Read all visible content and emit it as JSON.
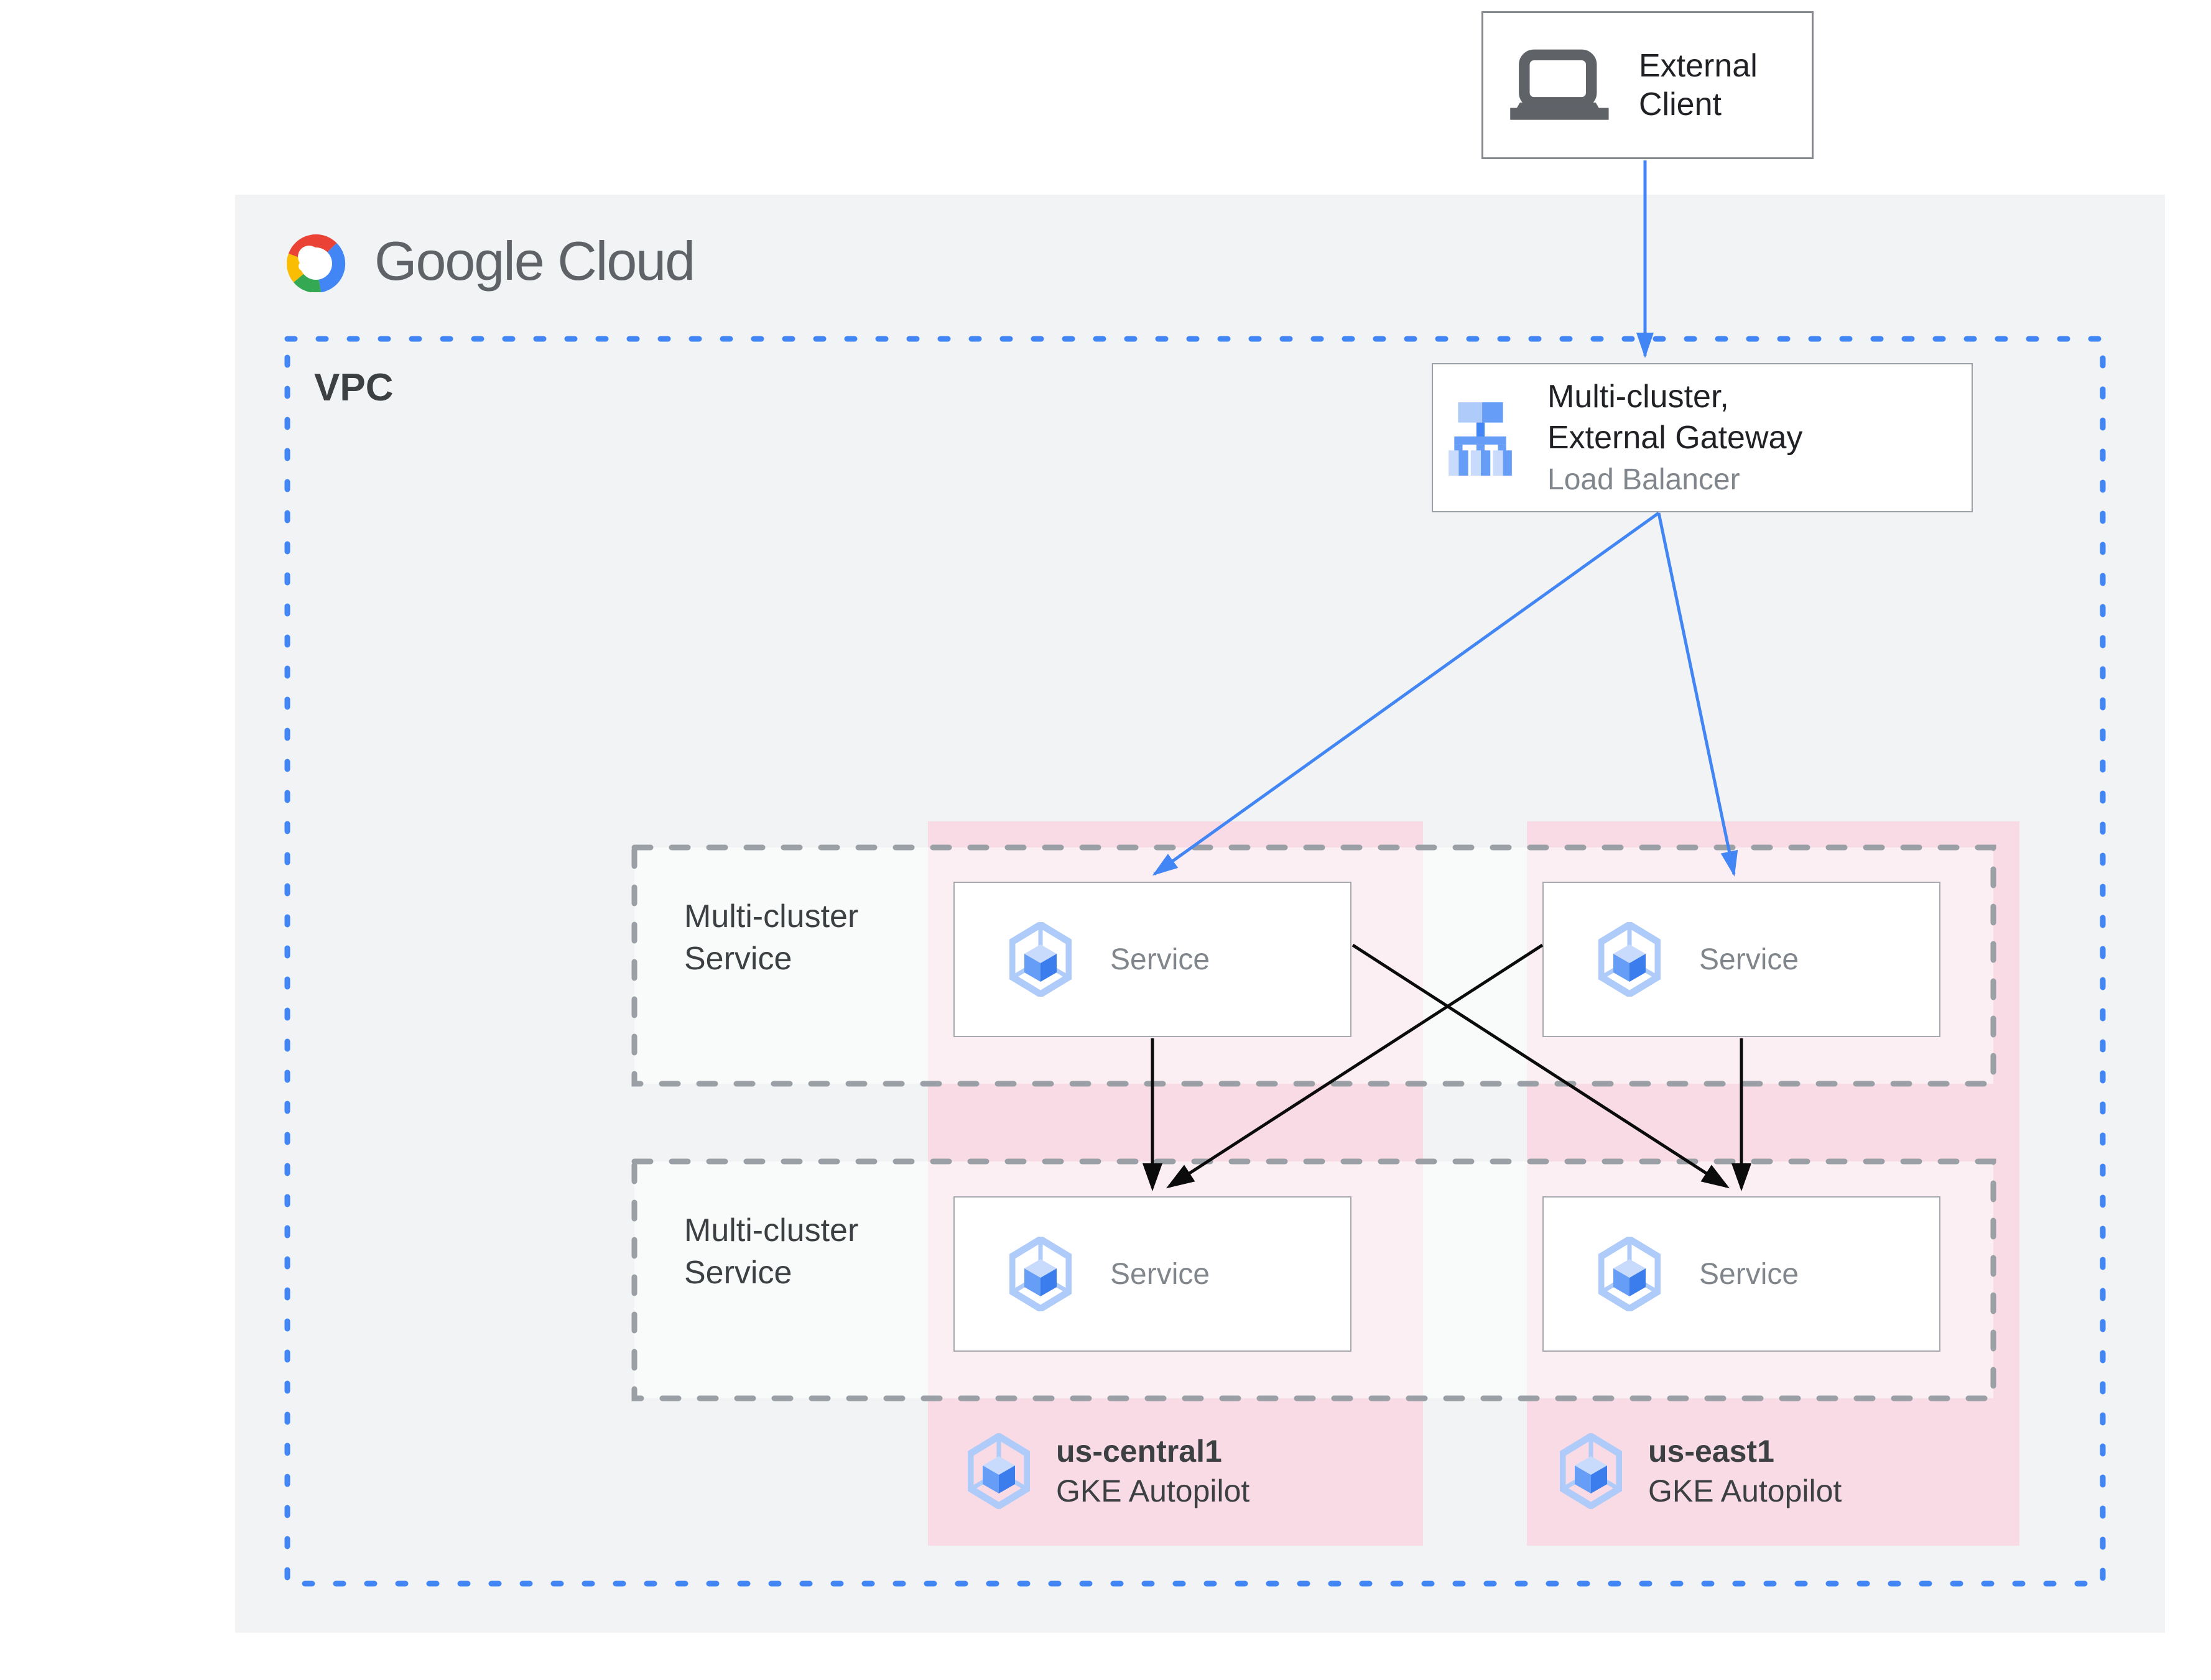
{
  "logo": {
    "text": "Google Cloud"
  },
  "vpc": {
    "label": "VPC"
  },
  "external_client": {
    "label": "External Client"
  },
  "gateway": {
    "title_line1": "Multi-cluster,",
    "title_line2": "External Gateway",
    "subtitle": "Load Balancer"
  },
  "rows": [
    {
      "label": "Multi-cluster Service"
    },
    {
      "label": "Multi-cluster Service"
    }
  ],
  "labels": {
    "service": "Service"
  },
  "regions": [
    {
      "name": "us-central1",
      "platform": "GKE Autopilot"
    },
    {
      "name": "us-east1",
      "platform": "GKE Autopilot"
    }
  ],
  "icons": {
    "logo": "google-cloud-logo",
    "client": "laptop-icon",
    "gateway": "load-balancer-icon",
    "service": "gke-hexagon-icon"
  },
  "colors": {
    "accent_blue": "#4285f4",
    "panel_gray": "#f1f3f4",
    "cluster_pink": "#f8dbe4",
    "dash_gray": "#9aa0a6",
    "text_dark": "#202124",
    "text_gray": "#80868b",
    "arrow_black": "#0b0b0c",
    "logo_red": "#ea4335",
    "logo_yellow": "#fbbc04",
    "logo_green": "#34a853"
  }
}
